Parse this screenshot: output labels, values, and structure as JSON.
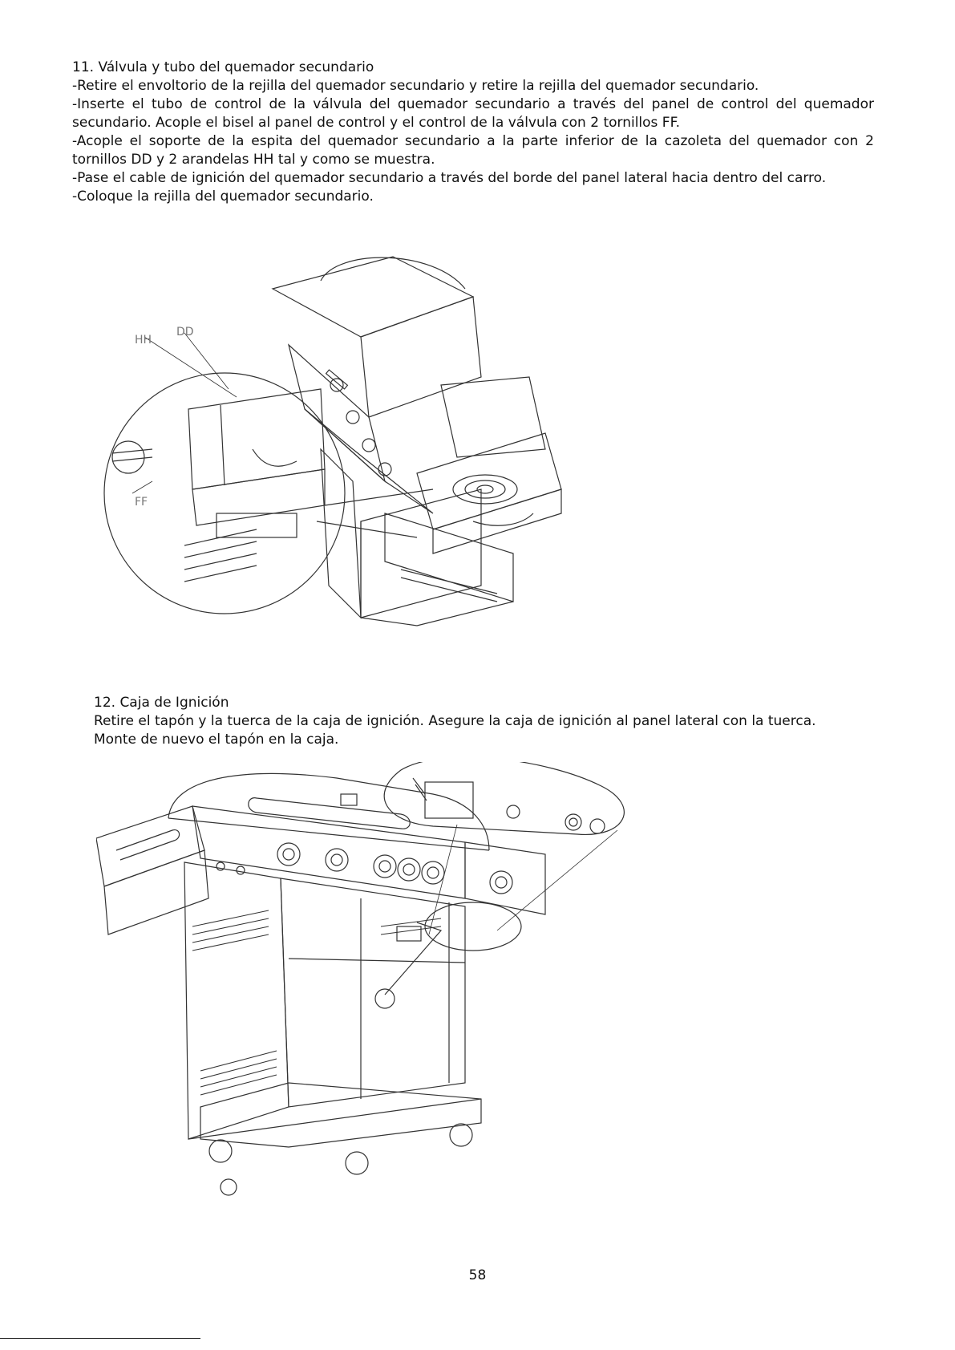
{
  "step11": {
    "title": "11. Válvula y tubo del quemador secundario",
    "lines": [
      "-Retire el envoltorio de la rejilla del quemador secundario y retire la rejilla del quemador secundario.",
      "-Inserte el tubo de control de la válvula del quemador secundario a través del panel de control del quemador secundario. Acople el bisel al panel de control y el control de la válvula con 2 tornillos FF.",
      "-Acople el soporte de la espita del quemador secundario a la parte inferior de la cazoleta del quemador con 2 tornillos DD y 2 arandelas HH tal y como se muestra.",
      "-Pase el cable de ignición del quemador secundario a través del borde del panel lateral hacia dentro del carro.",
      "-Coloque la rejilla del quemador secundario."
    ],
    "callouts": {
      "hh": "HH",
      "dd": "DD",
      "ff": "FF"
    }
  },
  "step12": {
    "title": "12. Caja de Ignición",
    "lines": [
      "Retire el tapón y la tuerca de la caja de ignición. Asegure la caja de ignición al panel lateral con la tuerca.",
      "Monte de nuevo el tapón en la caja."
    ]
  },
  "page_number": "58",
  "colors": {
    "ink": "#111111",
    "line": "#333333",
    "background": "#ffffff"
  }
}
